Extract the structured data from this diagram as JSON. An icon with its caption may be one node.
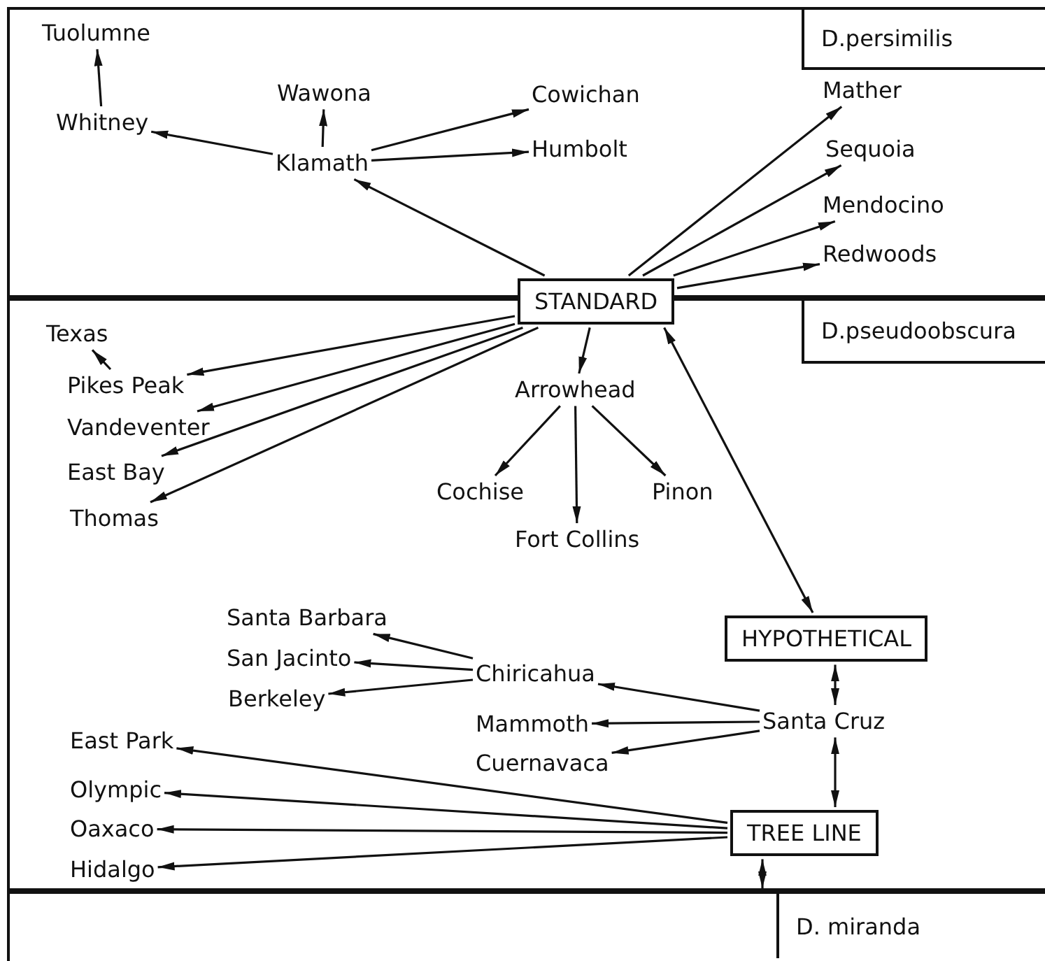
{
  "diagram": {
    "nodes": [
      {
        "text": [
          "D.persimilis"
        ]
      },
      {
        "text": [
          "Tuolumne"
        ],
        "in": 0
      },
      {
        "text": [
          "Whitney"
        ],
        "in": 0
      },
      {
        "text": [
          "Wawona"
        ],
        "in": 0
      },
      {
        "text": [
          "Cowichan"
        ],
        "in": 0
      },
      {
        "text": [
          "Klamath"
        ],
        "in": 0
      },
      {
        "text": [
          "Humbolt"
        ],
        "in": 0
      },
      {
        "text": [
          "Mather"
        ],
        "in": 0
      },
      {
        "text": [
          "Sequoia"
        ],
        "in": 0
      },
      {
        "text": [
          "Mendocino"
        ],
        "in": 0
      },
      {
        "text": [
          "Redwoods"
        ],
        "in": 0
      },
      {
        "text": [
          "STANDARD"
        ]
      },
      {
        "text": [
          "D.pseudoobscura"
        ]
      },
      {
        "text": [
          "Texas"
        ],
        "in": 12
      },
      {
        "text": [
          "Pikes Peak"
        ],
        "in": 12
      },
      {
        "text": [
          "Arrowhead"
        ],
        "in": 12
      },
      {
        "text": [
          "Vandeventer"
        ],
        "in": 12
      },
      {
        "text": [
          "East Bay"
        ],
        "in": 12
      },
      {
        "text": [
          "Cochise"
        ],
        "in": 12
      },
      {
        "text": [
          "Pinon"
        ],
        "in": 12
      },
      {
        "text": [
          "Thomas"
        ],
        "in": 12
      },
      {
        "text": [
          "Fort Collins"
        ],
        "in": 12
      },
      {
        "text": [
          "Santa Barbara"
        ],
        "in": 12
      },
      {
        "text": [
          "San Jacinto"
        ],
        "in": 12
      },
      {
        "text": [
          "Chiricahua"
        ],
        "in": 12
      },
      {
        "text": [
          "HYPOTHETICAL"
        ],
        "in": 12
      },
      {
        "text": [
          "Berkeley"
        ],
        "in": 12
      },
      {
        "text": [
          "Mammoth"
        ],
        "in": 12
      },
      {
        "text": [
          "East Park"
        ],
        "in": 12
      },
      {
        "text": [
          "Santa Cruz"
        ],
        "in": 12
      },
      {
        "text": [
          "Cuernavaca"
        ],
        "in": 12
      },
      {
        "text": [
          "Olympic"
        ],
        "in": 12
      },
      {
        "text": [
          "Oaxaco"
        ],
        "in": 12
      },
      {
        "text": [
          "TREE LINE"
        ],
        "in": 12
      },
      {
        "text": [
          "Hidalgo"
        ],
        "in": 12
      },
      {
        "text": [
          "D. miranda"
        ]
      }
    ],
    "edges": [
      {
        "from": 2,
        "to": 1,
        "arrow": "to"
      },
      {
        "from": 5,
        "to": 2,
        "arrow": "to"
      },
      {
        "from": 5,
        "to": 3,
        "arrow": "to"
      },
      {
        "from": 5,
        "to": 4,
        "arrow": "to"
      },
      {
        "from": 5,
        "to": 6,
        "arrow": "to"
      },
      {
        "from": 11,
        "to": 5,
        "arrow": "to"
      },
      {
        "from": 11,
        "to": 7,
        "arrow": "to"
      },
      {
        "from": 11,
        "to": 8,
        "arrow": "to"
      },
      {
        "from": 11,
        "to": 9,
        "arrow": "to"
      },
      {
        "from": 11,
        "to": 10,
        "arrow": "to"
      },
      {
        "from": 14,
        "to": 13,
        "arrow": "to"
      },
      {
        "from": 11,
        "to": 14,
        "arrow": "to"
      },
      {
        "from": 11,
        "to": 16,
        "arrow": "to"
      },
      {
        "from": 11,
        "to": 17,
        "arrow": "to"
      },
      {
        "from": 11,
        "to": 20,
        "arrow": "to"
      },
      {
        "from": 11,
        "to": 15,
        "arrow": "to"
      },
      {
        "from": 15,
        "to": 18,
        "arrow": "to"
      },
      {
        "from": 15,
        "to": 21,
        "arrow": "to"
      },
      {
        "from": 15,
        "to": 19,
        "arrow": "to"
      },
      {
        "from": 11,
        "to": 25,
        "arrow": "both"
      },
      {
        "from": 24,
        "to": 22,
        "arrow": "to"
      },
      {
        "from": 24,
        "to": 23,
        "arrow": "to"
      },
      {
        "from": 24,
        "to": 26,
        "arrow": "to"
      },
      {
        "from": 29,
        "to": 24,
        "arrow": "to"
      },
      {
        "from": 29,
        "to": 27,
        "arrow": "to"
      },
      {
        "from": 29,
        "to": 30,
        "arrow": "to"
      },
      {
        "from": 25,
        "to": 29,
        "arrow": "both"
      },
      {
        "from": 29,
        "to": 33,
        "arrow": "both"
      },
      {
        "from": 33,
        "to": 28,
        "arrow": "to"
      },
      {
        "from": 33,
        "to": 31,
        "arrow": "to"
      },
      {
        "from": 33,
        "to": 32,
        "arrow": "to"
      },
      {
        "from": 33,
        "to": 34,
        "arrow": "to"
      },
      {
        "from": 33,
        "to": 35,
        "arrow": "both"
      }
    ]
  }
}
